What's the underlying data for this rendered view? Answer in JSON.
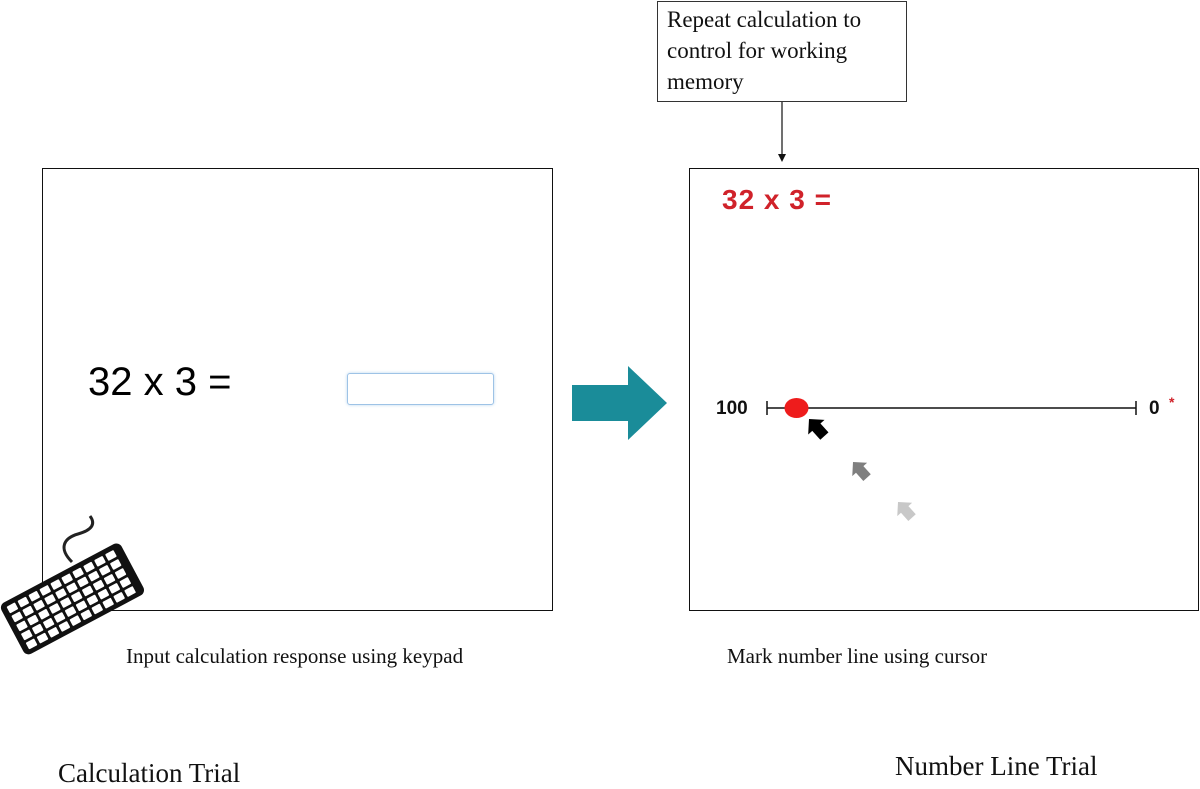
{
  "callout": {
    "text": "Repeat calculation to control for working memory"
  },
  "calculation_panel": {
    "equation": "32 x 3 =",
    "answer_value": "",
    "caption": "Input calculation response using keypad",
    "title": "Calculation Trial"
  },
  "number_line_panel": {
    "equation": "32 x 3 =",
    "left_label": "100",
    "right_label": "0",
    "footnote_marker": "*",
    "caption": "Mark number line using cursor",
    "title": "Number Line Trial",
    "marked_value": 92
  },
  "colors": {
    "arrow": "#1a8c99",
    "equation_red": "#d0222a",
    "marker_red": "#ee1c1c",
    "cursor_dark": "#000000",
    "cursor_mid": "#7f7f7f",
    "cursor_light": "#c8c8c8"
  },
  "icons": {
    "keyboard": "keyboard-icon",
    "arrow": "right-arrow-icon",
    "cursor": "mouse-cursor-icon"
  }
}
